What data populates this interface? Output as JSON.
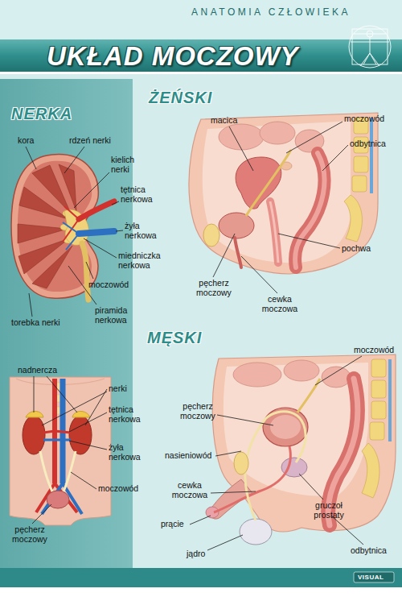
{
  "diagram": {
    "title": "UKŁAD MOCZOWY",
    "labels": [
      "ANATOMIA CZŁOWIEKA",
      "NERKA",
      "kora",
      "rdzeń nerki",
      "kielich nerki",
      "tętnica nerkowa",
      "żyła nerkowa",
      "miedniczka nerkowa",
      "moczowód",
      "piramida nerkowa",
      "torebka nerki",
      "ŻEŃSKI",
      "macica",
      "moczowód",
      "odbytnica",
      "pochwa",
      "pęcherz moczowy",
      "cewka moczowa",
      "nadnercza",
      "nerki",
      "tętnica nerkowa",
      "żyła nerkowa",
      "moczowód",
      "pęcherz moczowy",
      "MĘSKI",
      "moczowód",
      "pęcherz moczowy",
      "nasieniowód",
      "cewka moczowa",
      "prącie",
      "jądro",
      "gruczoł prostaty",
      "odbytnica",
      "VISUAL"
    ]
  }
}
